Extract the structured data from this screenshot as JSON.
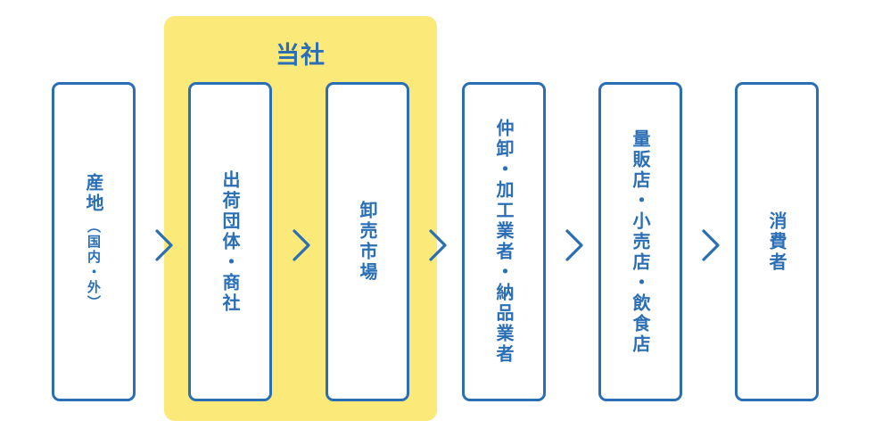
{
  "highlight": {
    "title": "当社"
  },
  "stages": [
    {
      "label": "産地",
      "sub": "（国内・外）"
    },
    {
      "label": "出荷団体・商社"
    },
    {
      "label": "卸売市場"
    },
    {
      "label": "仲卸・加工業者・納品業者"
    },
    {
      "label": "量販店・小売店・飲食店"
    },
    {
      "label": "消費者"
    }
  ],
  "colors": {
    "accent": "#2a6eb5",
    "highlight": "#fbe97a"
  },
  "icons": {
    "arrow": "chevron-right-icon"
  }
}
